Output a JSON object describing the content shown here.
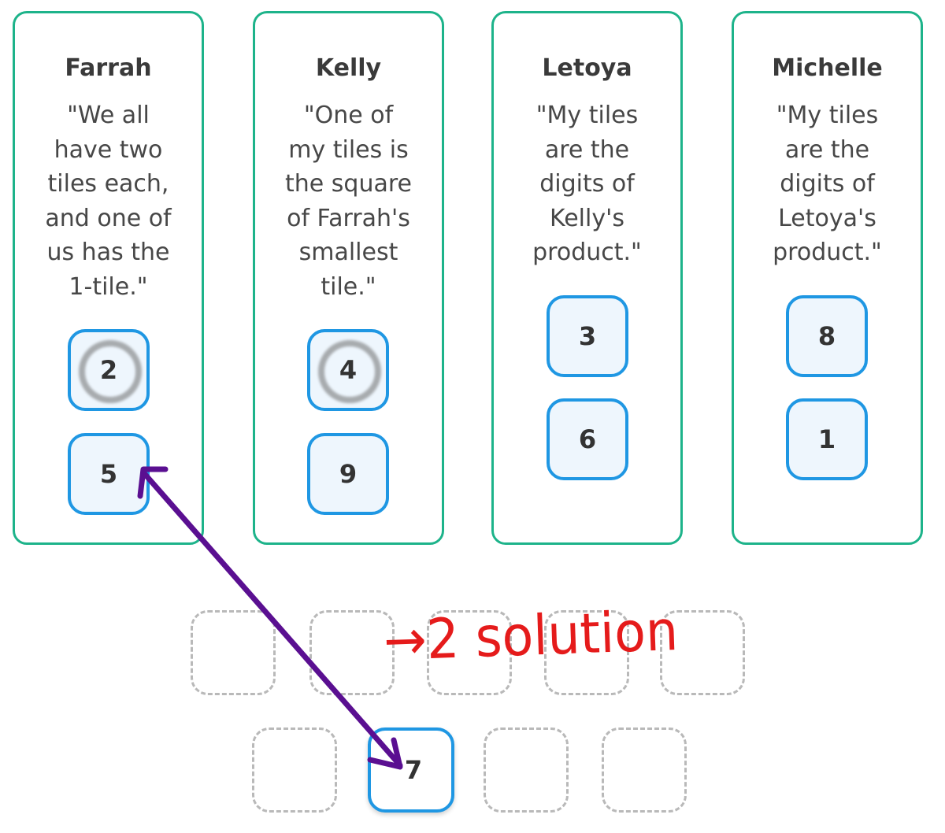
{
  "cards": [
    {
      "name": "Farrah",
      "quote_lines": [
        "\"We all",
        "have two",
        "tiles each,",
        "and one of",
        "us has the",
        "1-tile.\""
      ],
      "tiles": [
        "2",
        "5"
      ]
    },
    {
      "name": "Kelly",
      "quote_lines": [
        "\"One of",
        "my tiles is",
        "the square",
        "of Farrah's",
        "smallest",
        "tile.\""
      ],
      "tiles": [
        "4",
        "9"
      ]
    },
    {
      "name": "Letoya",
      "quote_lines": [
        "\"My tiles",
        "are the",
        "digits of",
        "Kelly's",
        "product.\""
      ],
      "tiles": [
        "3",
        "6"
      ]
    },
    {
      "name": "Michelle",
      "quote_lines": [
        "\"My tiles",
        "are the",
        "digits of",
        "Letoya's",
        "product.\""
      ],
      "tiles": [
        "8",
        "1"
      ]
    }
  ],
  "tray": {
    "placed_tile": "7"
  },
  "annotations": {
    "handwritten_note": "→2 solution",
    "arrow_color": "#5a0f91",
    "note_color": "#e51b1b",
    "circle_color": "#7a7a7a"
  }
}
